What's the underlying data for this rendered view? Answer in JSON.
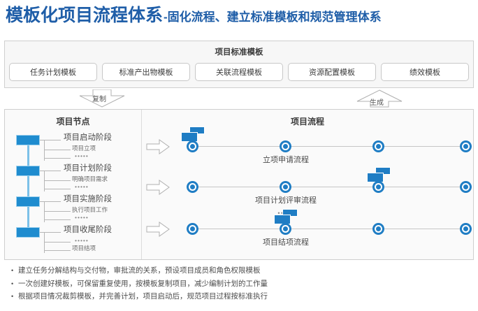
{
  "title": {
    "main": "模板化项目流程体系",
    "sub": "-固化流程、建立标准模板和规范管理体系"
  },
  "template_panel": {
    "title": "项目标准模板",
    "cards": [
      "任务计划模板",
      "标准产出物模板",
      "关联流程模板",
      "资源配置模板",
      "绩效模板"
    ]
  },
  "connectors": {
    "copy_label": "复制",
    "generate_label": "生成"
  },
  "nodes_panel": {
    "title": "项目节点",
    "groups": [
      {
        "phase": "项目启动阶段",
        "sub": "项目立项",
        "dots": "•••••",
        "sub_first": true
      },
      {
        "phase": "项目计划阶段",
        "sub": "明确项目需求",
        "dots": "•••••",
        "sub_first": true
      },
      {
        "phase": "项目实施阶段",
        "sub": "执行项目工作",
        "dots": "•••••",
        "sub_first": true
      },
      {
        "phase": "项目收尾阶段",
        "sub": "项目结项",
        "dots": "•••••",
        "sub_first": false
      }
    ]
  },
  "flow_panel": {
    "title": "项目流程",
    "rows": [
      {
        "label": "立项申请流程",
        "nodes": 4,
        "card_on_node": 1
      },
      {
        "label": "项目计划评审流程",
        "nodes": 4,
        "card_on_node": 3
      },
      {
        "label": "项目结项流程",
        "nodes": 4,
        "card_on_node": 2
      }
    ],
    "row_gap_dots": "•••••"
  },
  "bullets": [
    "建立任务分解结构与交付物，审批流的关系，预设项目成员和角色权限模板",
    "一次创建好模板，可保留重复使用，按模板复制项目，减少编制计划的工作量",
    "根据项目情况裁剪模板，并完善计划，项目启动后，规范项目过程按标准执行"
  ],
  "colors": {
    "title_blue": "#1f5ea8",
    "node_blue": "#1f8ccf",
    "dot_blue": "#1f7dc4",
    "panel_border": "#cfcfcf"
  }
}
